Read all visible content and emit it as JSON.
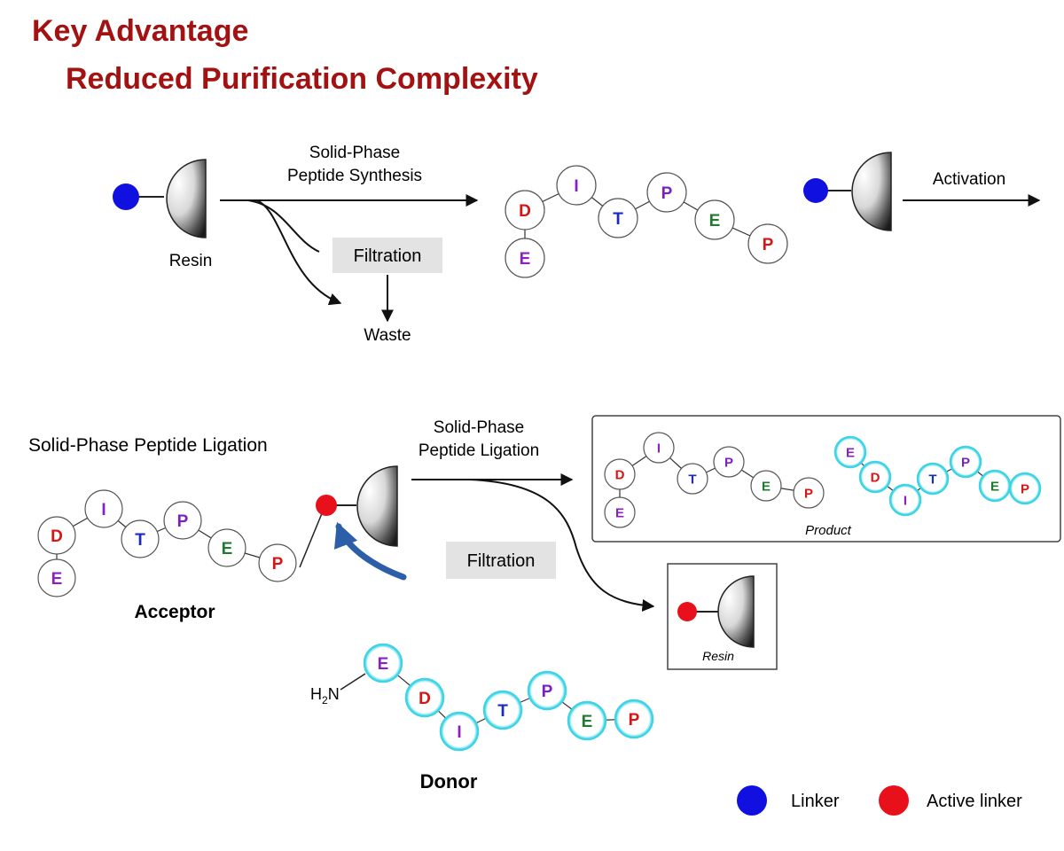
{
  "header": {
    "title": "Key Advantage",
    "subtitle": "Reduced Purification Complexity"
  },
  "top": {
    "resin_label": "Resin",
    "sps_line1": "Solid-Phase",
    "sps_line2": "Peptide Synthesis",
    "filtration_label": "Filtration",
    "waste_label": "Waste",
    "activation_label": "Activation"
  },
  "bottom": {
    "section_label": "Solid-Phase Peptide Ligation",
    "spl_line1": "Solid-Phase",
    "spl_line2": "Peptide Ligation",
    "filtration_label": "Filtration",
    "acceptor_label": "Acceptor",
    "donor_label": "Donor",
    "h2n_label": "H",
    "h2n_sub": "2",
    "h2n_tail": "N",
    "product_label": "Product",
    "resin_label": "Resin"
  },
  "legend": {
    "linker_label": "Linker",
    "active_linker_label": "Active linker",
    "linker_color": "#1010e0",
    "active_linker_color": "#e8101a"
  },
  "colors": {
    "D": "#d81515",
    "I": "#8a1fc4",
    "T": "#1a2bc4",
    "P_violet": "#7a1fc4",
    "E_green": "#1f7a2f",
    "P_red": "#d81515",
    "E_violet": "#8a1fc4",
    "arrow_blue": "#2d5ea8",
    "cyan_ring": "#3fd3e6"
  },
  "peptides": {
    "top": [
      "E",
      "D",
      "I",
      "T",
      "P",
      "E",
      "P"
    ],
    "acceptor": [
      "E",
      "D",
      "I",
      "T",
      "P",
      "E",
      "P"
    ],
    "donor": [
      "E",
      "D",
      "I",
      "T",
      "P",
      "E",
      "P"
    ],
    "product_acceptor": [
      "E",
      "D",
      "I",
      "T",
      "P",
      "E",
      "P"
    ],
    "product_donor": [
      "E",
      "D",
      "I",
      "T",
      "P",
      "E",
      "P"
    ]
  }
}
